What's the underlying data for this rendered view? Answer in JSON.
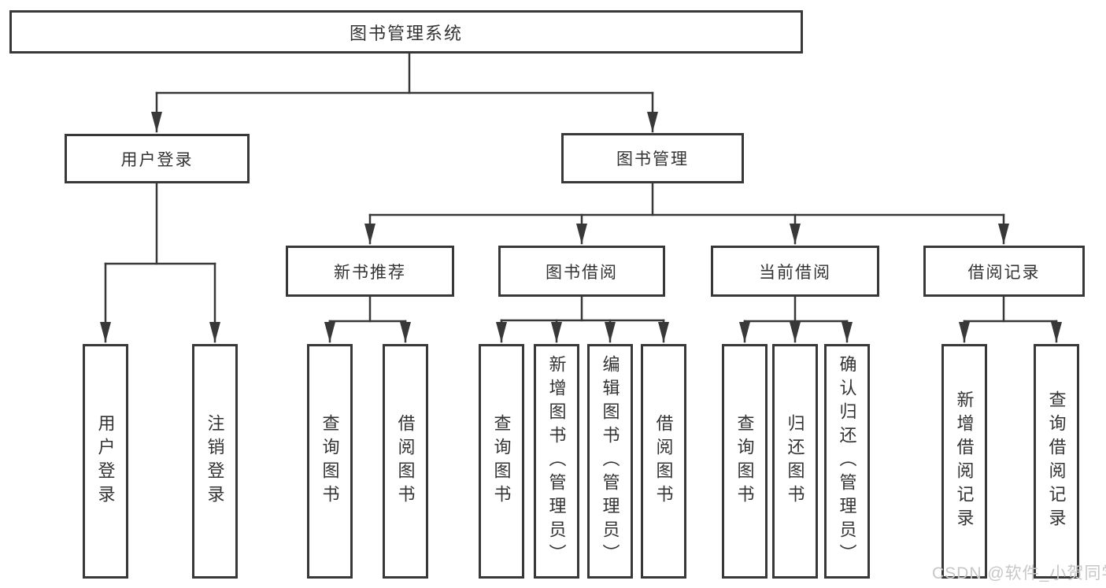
{
  "diagram": {
    "root": {
      "label": "图书管理系统",
      "children": [
        {
          "label": "用户登录",
          "children": [
            {
              "label": "用户登录"
            },
            {
              "label": "注销登录"
            }
          ]
        },
        {
          "label": "图书管理",
          "children": [
            {
              "label": "新书推荐",
              "children": [
                {
                  "label": "查询图书"
                },
                {
                  "label": "借阅图书"
                }
              ]
            },
            {
              "label": "图书借阅",
              "children": [
                {
                  "label": "查询图书"
                },
                {
                  "label": "新增图书（管理员）"
                },
                {
                  "label": "编辑图书（管理员）"
                },
                {
                  "label": "借阅图书"
                }
              ]
            },
            {
              "label": "当前借阅",
              "children": [
                {
                  "label": "查询图书"
                },
                {
                  "label": "归还图书"
                },
                {
                  "label": "确认归还（管理员）"
                }
              ]
            },
            {
              "label": "借阅记录",
              "children": [
                {
                  "label": "新增借阅记录"
                },
                {
                  "label": "查询借阅记录"
                }
              ]
            }
          ]
        }
      ]
    }
  },
  "colors": {
    "line": "#383838",
    "text": "#333333",
    "background": "#ffffff",
    "watermark": "#c7c7c7"
  },
  "watermark": {
    "text": "CSDN @软件_小贺同学"
  }
}
